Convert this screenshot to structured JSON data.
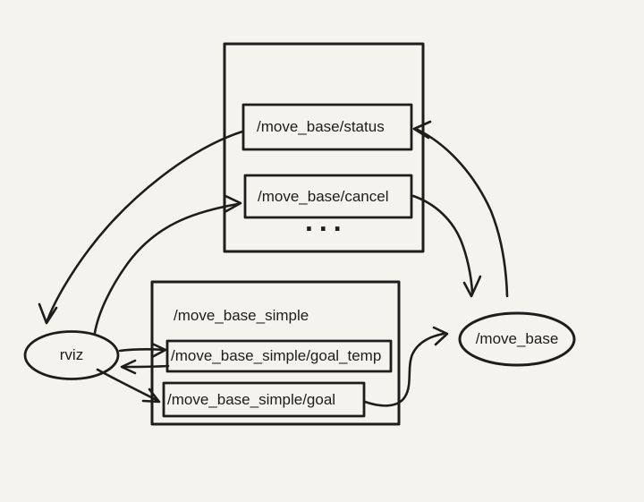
{
  "canvas": {
    "background": "#f4f3ee",
    "ink": "#1d1d1b"
  },
  "nodes": {
    "rviz": {
      "label": "rviz"
    },
    "move_base": {
      "label": "/move_base"
    }
  },
  "action_topics": {
    "status": {
      "label": "/move_base/status"
    },
    "cancel": {
      "label": "/move_base/cancel"
    },
    "ellipsis": "..."
  },
  "simple_group": {
    "title": "/move_base_simple",
    "goal_temp": {
      "label": "/move_base_simple/goal_temp"
    },
    "goal": {
      "label": "/move_base_simple/goal"
    }
  },
  "edges": [
    {
      "from": "/move_base/status",
      "to": "rviz"
    },
    {
      "from": "rviz",
      "to": "/move_base/cancel"
    },
    {
      "from": "/move_base/cancel",
      "to": "/move_base"
    },
    {
      "from": "/move_base",
      "to": "/move_base/status"
    },
    {
      "from": "rviz",
      "to": "/move_base_simple/goal_temp"
    },
    {
      "from": "/move_base_simple/goal_temp",
      "to": "rviz"
    },
    {
      "from": "rviz",
      "to": "/move_base_simple/goal"
    },
    {
      "from": "/move_base_simple/goal",
      "to": "/move_base"
    }
  ]
}
